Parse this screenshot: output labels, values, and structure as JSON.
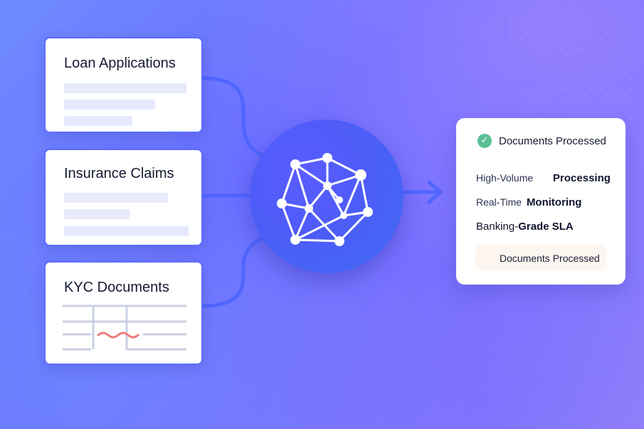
{
  "sources": [
    {
      "title": "Loan Applications"
    },
    {
      "title": "Insurance Claims"
    },
    {
      "title": "KYC Documents"
    }
  ],
  "result": {
    "header": "Documents Processed",
    "features": [
      {
        "light": "High-Volume",
        "bold": "Processing"
      },
      {
        "light": "Real-Time",
        "bold": "Monitoring"
      },
      {
        "light": "Banking-",
        "bold": "Grade SLA"
      }
    ],
    "badge": "Documents Processed"
  },
  "icons": {
    "hub": "network-graph-icon",
    "arrow": "arrow-right-icon",
    "check": "check-circle-icon",
    "squiggle": "squiggle-icon"
  },
  "colors": {
    "accent": "#5d6cff",
    "connector": "#4f66ff",
    "hub": "#4d5cf7",
    "check": "#5cbf95",
    "squiggle": "#f07a7a"
  }
}
